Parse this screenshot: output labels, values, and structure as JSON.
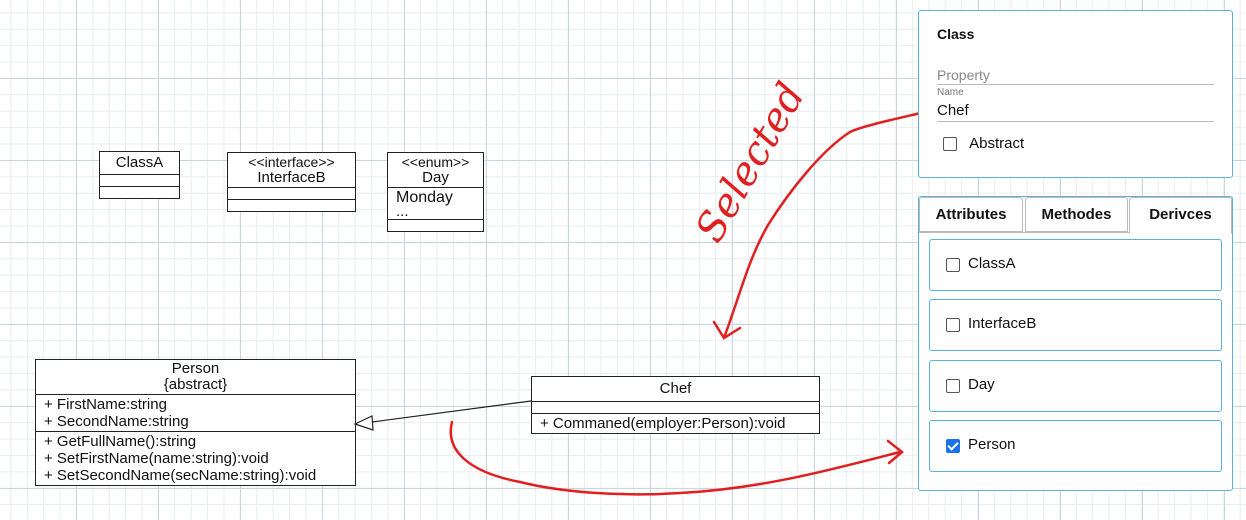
{
  "diagram": {
    "classA": {
      "name": "ClassA"
    },
    "interfaceB": {
      "stereotype": "<<interface>>",
      "name": "InterfaceB"
    },
    "day": {
      "stereotype": "<<enum>>",
      "name": "Day",
      "values": [
        "Monday",
        "..."
      ]
    },
    "person": {
      "name": "Person",
      "modifier": "{abstract}",
      "attributes": [
        "+ FirstName:string",
        "+ SecondName:string"
      ],
      "methods": [
        "+ GetFullName():string",
        "+ SetFirstName(name:string):void",
        "+ SetSecondName(secName:string):void"
      ]
    },
    "chef": {
      "name": "Chef",
      "methods": [
        "+ Commaned(employer:Person):void"
      ]
    },
    "annotation": {
      "text": "Selected",
      "color": "#e02020"
    }
  },
  "class_panel": {
    "title": "Class",
    "property_placeholder": "Property",
    "name_label": "Name",
    "name_value": "Chef",
    "abstract_label": "Abstract",
    "abstract_checked": false
  },
  "tabs_panel": {
    "tabs": [
      "Attributes",
      "Methodes",
      "Derivces"
    ],
    "active_tab": "Derivces",
    "items": [
      {
        "label": "ClassA",
        "checked": false
      },
      {
        "label": "InterfaceB",
        "checked": false
      },
      {
        "label": "Day",
        "checked": false
      },
      {
        "label": "Person",
        "checked": true
      }
    ]
  },
  "colors": {
    "accent": "#5ab2dc",
    "checkbox_checked": "#1a73e8",
    "annotation": "#e02020"
  }
}
